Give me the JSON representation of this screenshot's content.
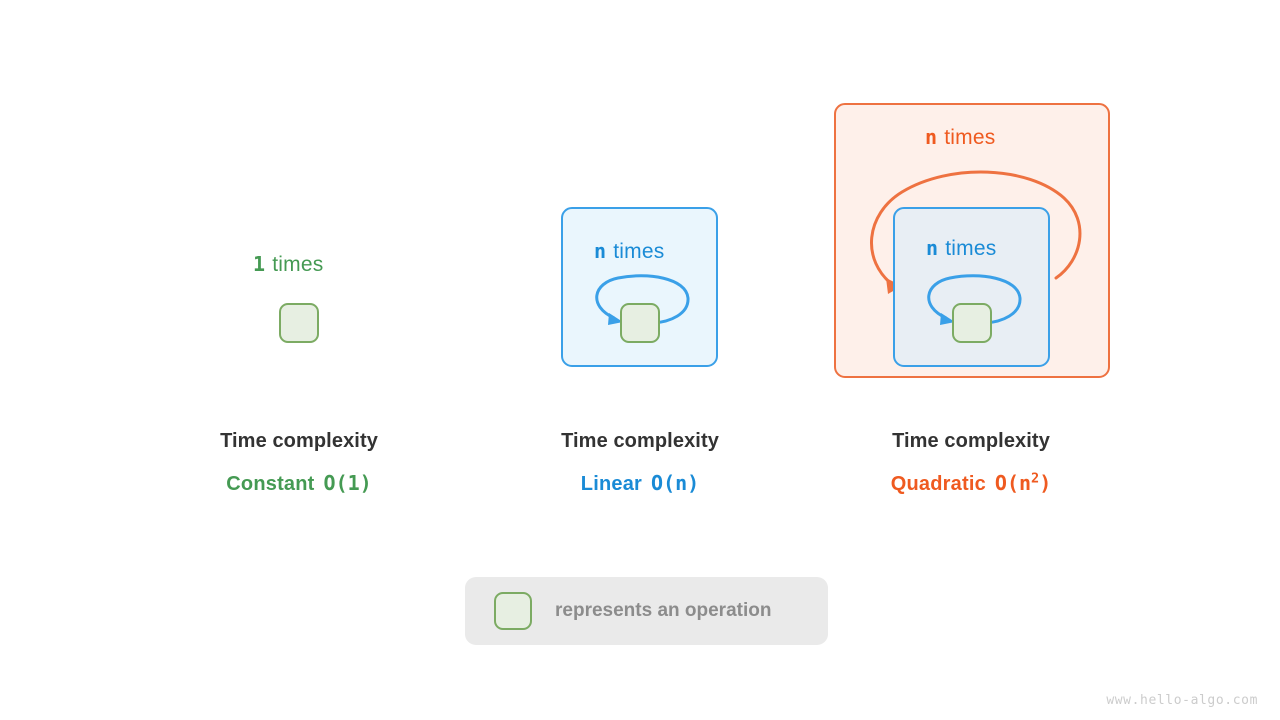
{
  "diagram": {
    "watermark": "www.hello-algo.com",
    "legend": {
      "swatch_icon": "green-operation-square-icon",
      "text": "represents an operation"
    },
    "colors": {
      "green": "#459a53",
      "green_border": "#7cab63",
      "green_fill": "#e7efe2",
      "blue": "#1a8bd6",
      "blue_border": "#3aa0e8",
      "blue_fill": "#eaf6fd",
      "orange": "#ef5a20",
      "orange_border": "#ee7241",
      "orange_fill": "#fef0ea",
      "caption_title": "#333333",
      "legend_bg": "#eaeaea",
      "watermark": "#cccccc"
    },
    "panels": [
      {
        "id": "constant",
        "count": "1",
        "times_word": "times",
        "caption_title": "Time complexity",
        "complexity_name": "Constant",
        "big_o": "O(1)",
        "big_o_base": "O(1)",
        "big_o_exponent": "",
        "has_outer_loop": false,
        "has_inner_loop": false,
        "accent": "#459a53"
      },
      {
        "id": "linear",
        "count": "n",
        "times_word": "times",
        "caption_title": "Time complexity",
        "complexity_name": "Linear",
        "big_o": "O(n)",
        "big_o_base": "O(n)",
        "big_o_exponent": "",
        "has_outer_loop": false,
        "has_inner_loop": true,
        "accent": "#1a8bd6"
      },
      {
        "id": "quadratic",
        "count": "n",
        "times_word": "times",
        "inner_count": "n",
        "inner_times_word": "times",
        "caption_title": "Time complexity",
        "complexity_name": "Quadratic",
        "big_o": "O(n2)",
        "big_o_base_open": "O(n",
        "big_o_exponent": "2",
        "big_o_close": ")",
        "has_outer_loop": true,
        "has_inner_loop": true,
        "accent": "#ef5a20"
      }
    ]
  }
}
